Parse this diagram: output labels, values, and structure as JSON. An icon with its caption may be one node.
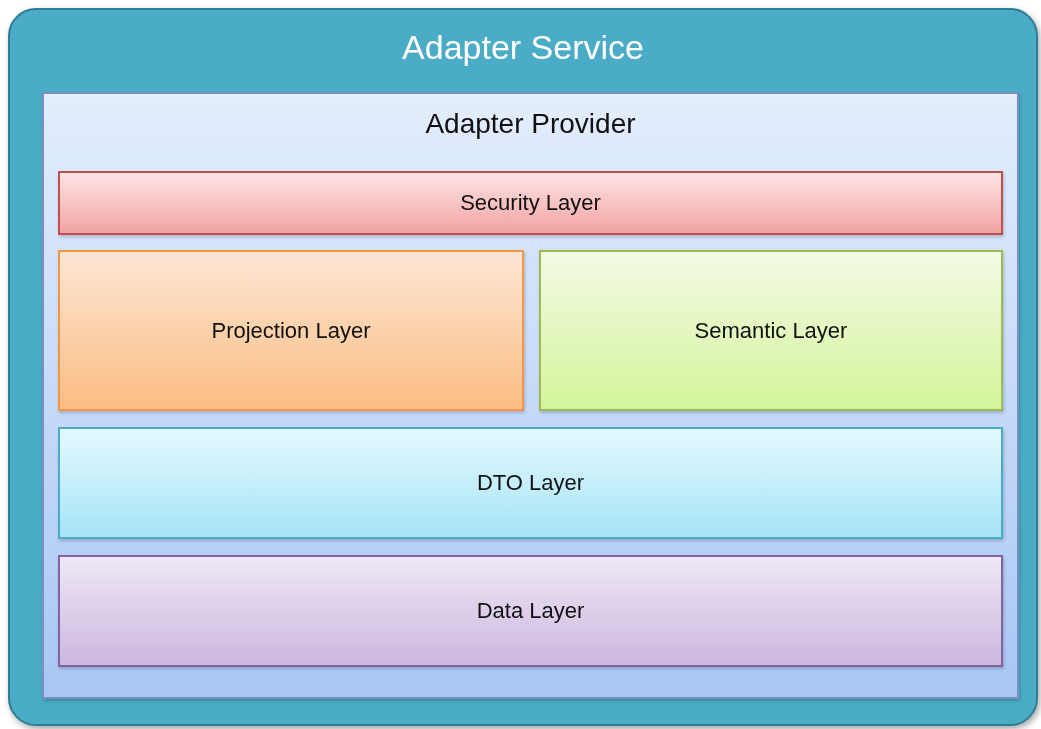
{
  "diagram": {
    "nodes": [
      {
        "text": [
          "Adapter Service"
        ]
      },
      {
        "text": [
          "Adapter Provider"
        ],
        "in": 0
      },
      {
        "text": [
          "Security Layer"
        ],
        "in": 1
      },
      {
        "text": [
          "Projection Layer"
        ],
        "in": 1
      },
      {
        "text": [
          "Semantic Layer"
        ],
        "in": 1
      },
      {
        "text": [
          "DTO Layer"
        ],
        "in": 1
      },
      {
        "text": [
          "Data Layer"
        ],
        "in": 1
      }
    ]
  }
}
